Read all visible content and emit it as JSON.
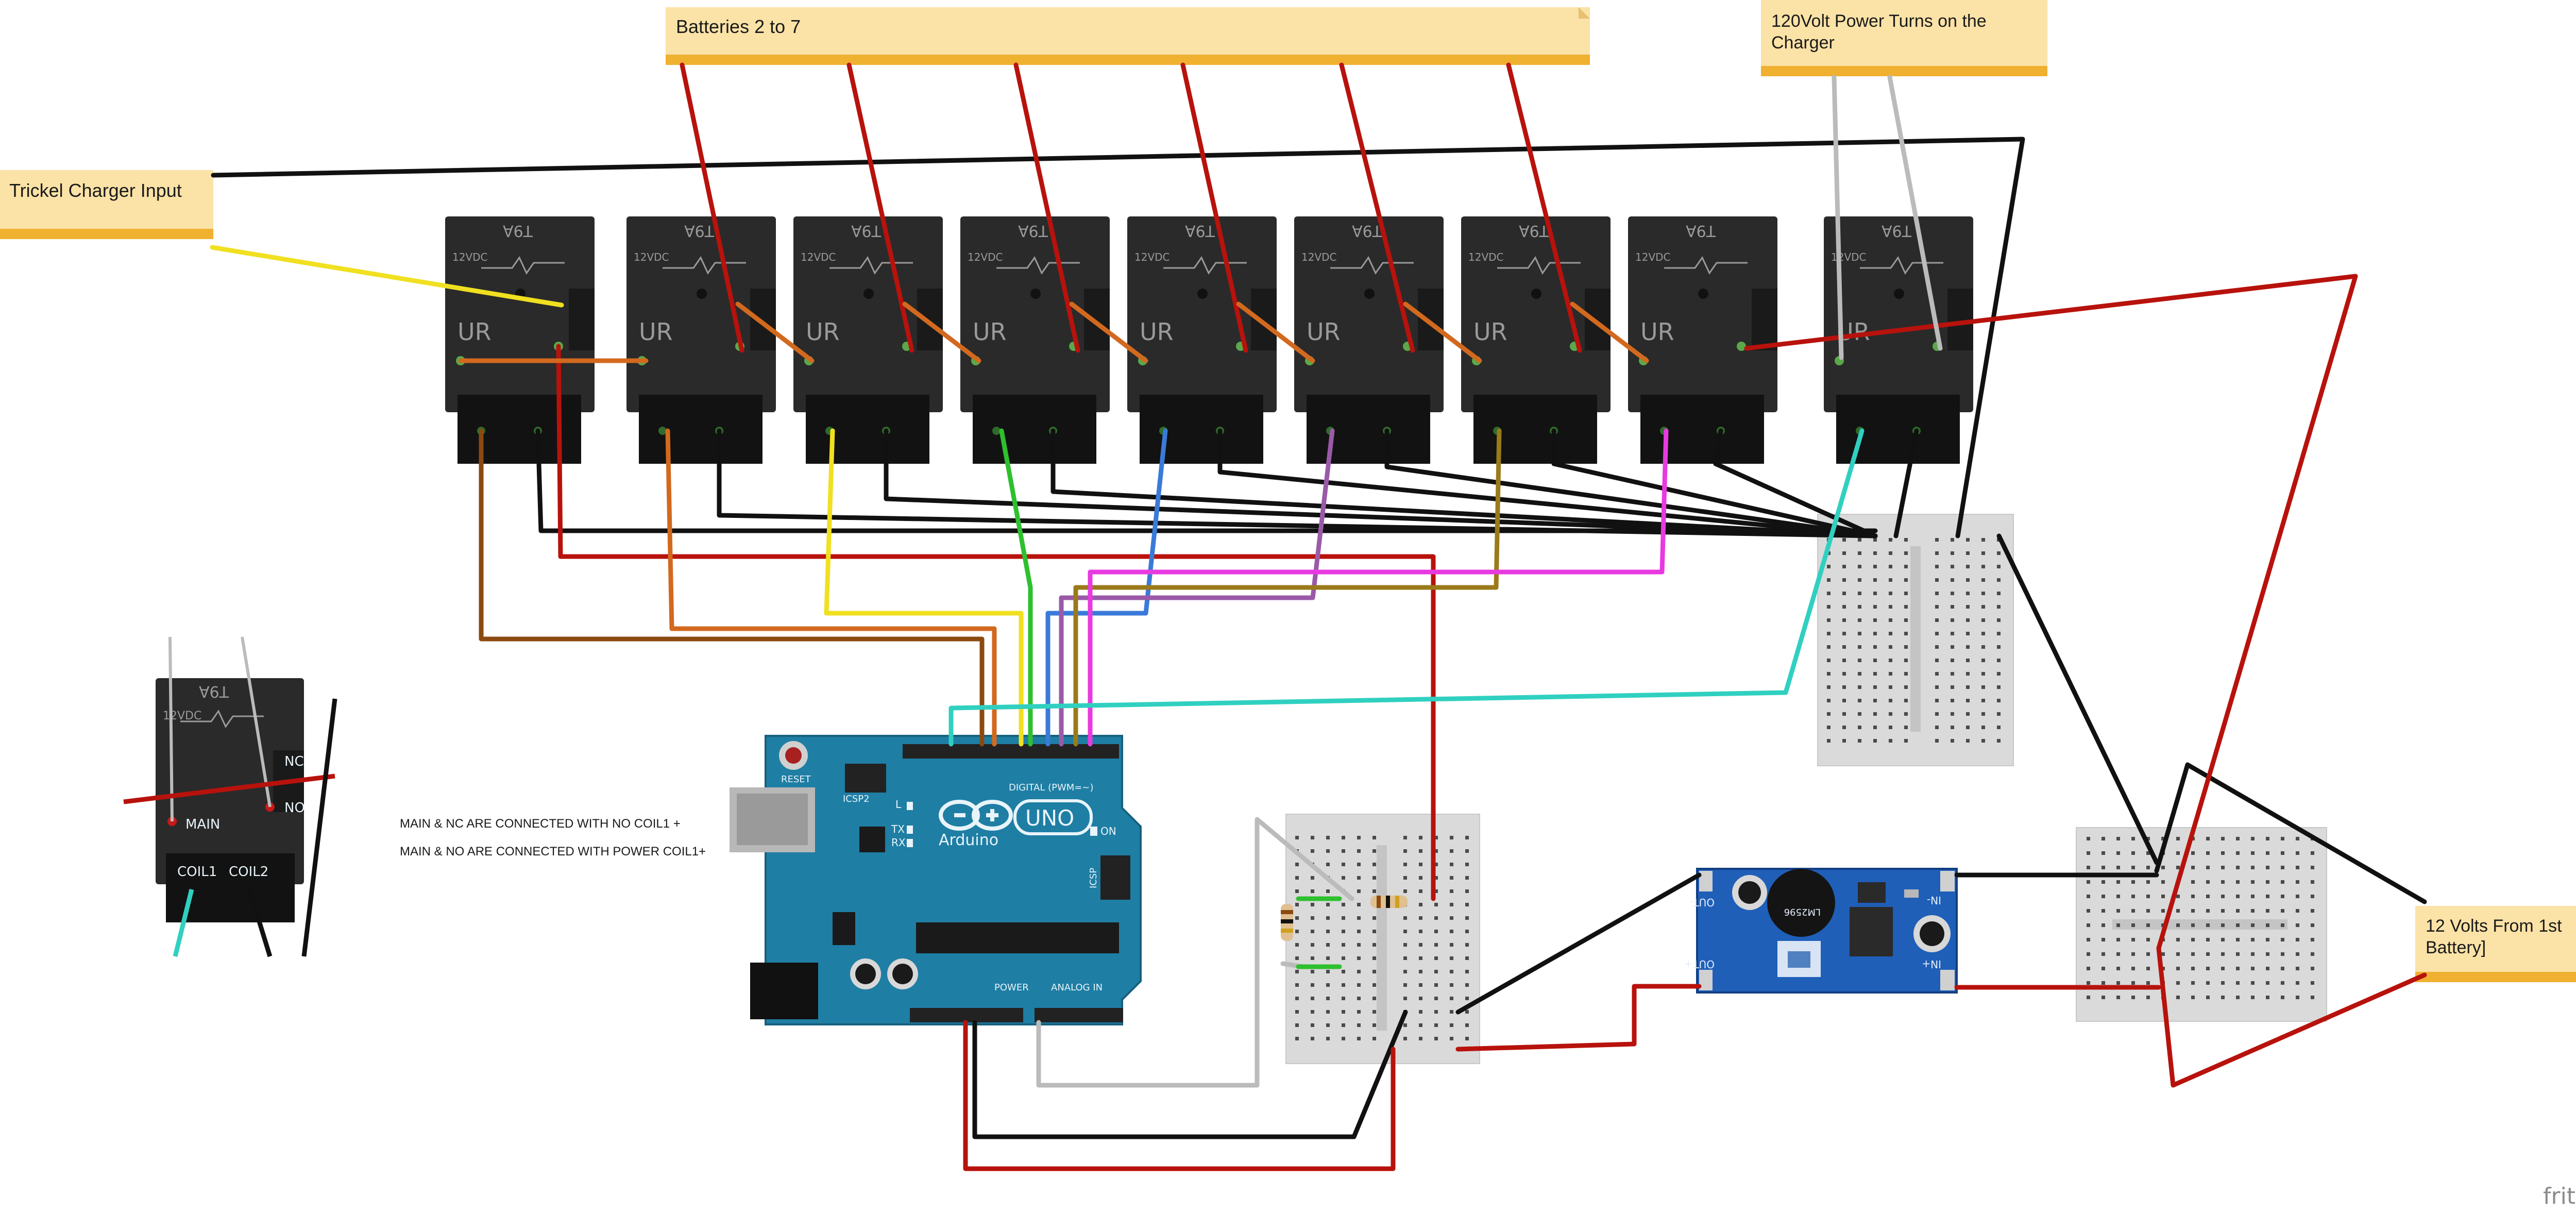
{
  "notes": {
    "batteries": "Batteries 2 to 7",
    "power120_line1": "120Volt Power Turns on the",
    "power120_line2": "Charger",
    "trickle": "Trickel Charger Input",
    "volts12_line1": "12 Volts From 1st",
    "volts12_line2": "Battery]"
  },
  "labels": {
    "nc_note": "MAIN & NC ARE CONNECTED WITH NO COIL1 +",
    "no_note": "MAIN & NO ARE CONNECTED WITH POWER COIL1+"
  },
  "relay": {
    "brand": "T9A",
    "rating": "12VDC",
    "cert": "UR"
  },
  "legend_relay": {
    "brand": "T9A",
    "rating": "12VDC",
    "nc": "NC",
    "no": "NO",
    "main": "MAIN",
    "coil1": "COIL1",
    "coil2": "COIL2"
  },
  "arduino": {
    "logo": "Arduino",
    "model": "UNO",
    "reset": "RESET",
    "icsp2": "ICSP2",
    "digital": "DIGITAL (PWM=~)",
    "power": "POWER",
    "analog": "ANALOG IN",
    "on": "ON",
    "icsp": "ICSP",
    "led_l": "L",
    "led_tx": "TX",
    "led_rx": "RX"
  },
  "buck": {
    "out_minus": "OUT-",
    "out_plus": "OUT+",
    "in_minus": "IN-",
    "in_plus": "IN+",
    "chip_label": "LM2596"
  },
  "watermark": "fritzing",
  "colors": {
    "black_wire": "#111111",
    "red_wire": "#b8120c",
    "orange_wire": "#d2691e",
    "yellow_wire": "#f0e020",
    "green_wire": "#2ec02e",
    "blue_wire": "#3a7ad8",
    "purple_wire": "#9a5aa8",
    "olive_wire": "#9a7a1a",
    "magenta_wire": "#e83ae0",
    "cyan_wire": "#30d0c0",
    "brown_wire": "#8a4a10",
    "gray_wire": "#bbbbbb"
  }
}
